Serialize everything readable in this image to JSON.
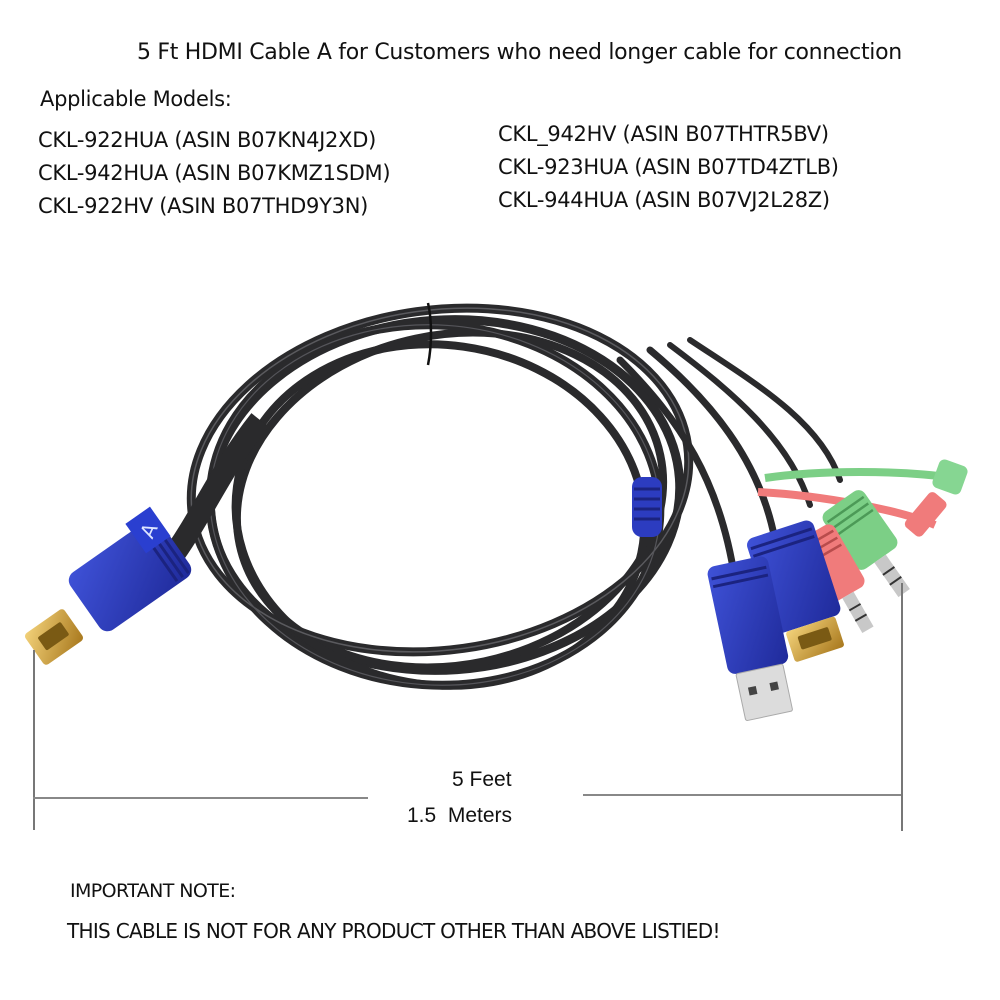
{
  "header": {
    "title": "5 Ft HDMI Cable A for Customers who need longer cable for connection"
  },
  "models": {
    "heading": "Applicable Models:",
    "left_column": [
      "CKL-922HUA (ASIN B07KN4J2XD)",
      "CKL-942HUA (ASIN B07KMZ1SDM)",
      "CKL-922HV (ASIN B07THD9Y3N)"
    ],
    "right_column": [
      "CKL_942HV (ASIN B07THTR5BV)",
      "CKL-923HUA (ASIN B07TD4ZTLB)",
      "CKL-944HUA (ASIN B07VJ2L28Z)"
    ]
  },
  "product_image": {
    "subject": "HDMI cable with USB, HDMI and 3.5mm audio breakout connectors",
    "label_tag": "A",
    "colors": {
      "cable": "#2a2a2c",
      "connector_blue": "#2c3cc0",
      "gold_tip": "#d4a73a",
      "audio_green": "#7ccf86",
      "audio_pink": "#f07b7b",
      "usb_metal": "#d9d9d9"
    }
  },
  "dimension": {
    "feet": "5 Feet",
    "meters": "1.5  Meters"
  },
  "note": {
    "heading": "IMPORTANT NOTE:",
    "body": "THIS CABLE IS NOT FOR ANY PRODUCT OTHER THAN ABOVE LISTIED!"
  }
}
